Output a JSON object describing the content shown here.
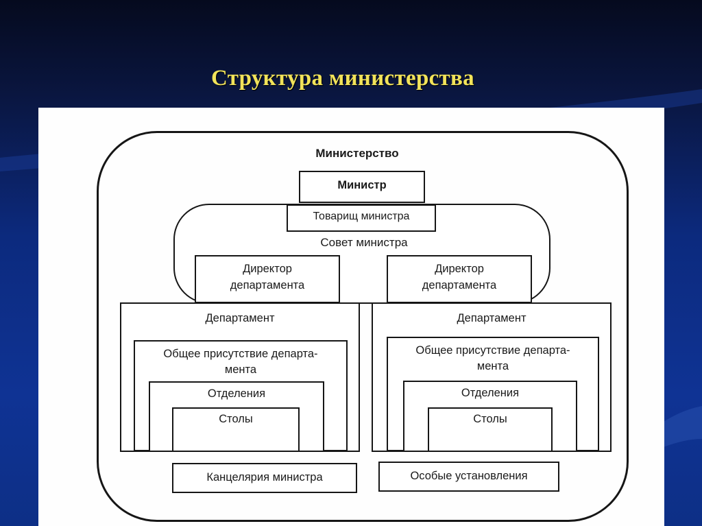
{
  "slide": {
    "title": "Структура министерства",
    "colors": {
      "title": "#f2e35a",
      "background": "#0c2a7e",
      "paper": "#fefefe",
      "ink": "#161616"
    }
  },
  "diagram": {
    "ministry_label": "Министерство",
    "minister": "Министр",
    "deputy_minister": "Товарищ министра",
    "council_label": "Совет министра",
    "directors": [
      {
        "line1": "Директор",
        "line2": "департамента"
      },
      {
        "line1": "Директор",
        "line2": "департамента"
      }
    ],
    "departments": [
      {
        "label": "Департамент",
        "presence_line1": "Общее присутствие департа-",
        "presence_line2": "мента",
        "divisions": "Отделения",
        "desks": "Столы"
      },
      {
        "label": "Департамент",
        "presence_line1": "Общее присутствие департа-",
        "presence_line2": "мента",
        "divisions": "Отделения",
        "desks": "Столы"
      }
    ],
    "chancellery": "Канцелярия министра",
    "special_institutions": "Особые установления"
  }
}
